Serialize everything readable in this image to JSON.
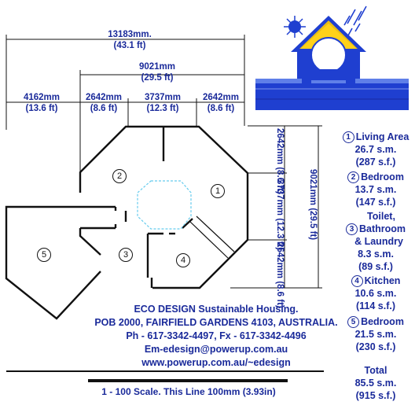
{
  "dimensions": {
    "overall": {
      "mm": "13183mm.",
      "ft": "(43.1 ft)"
    },
    "house": {
      "mm": "9021mm",
      "ft": "(29.5 ft)"
    },
    "seg_4162": {
      "mm": "4162mm",
      "ft": "(13.6 ft)"
    },
    "seg_2642_a": {
      "mm": "2642mm",
      "ft": "(8.6 ft)"
    },
    "seg_3737": {
      "mm": "3737mm",
      "ft": "(12.3 ft)"
    },
    "seg_2642_b": {
      "mm": "2642mm",
      "ft": "(8.6 ft)"
    },
    "v_2642_top": "2642mm (8.6 ft)",
    "v_3737": "3737mm (12.3 ft)",
    "v_2642_bot": "2642mm (8.6 ft)",
    "v_9021": "9021mm (29.5 ft)"
  },
  "rooms": [
    {
      "num": "1",
      "name": "Living Area",
      "sm": "26.7 s.m.",
      "sf": "(287 s.f.)"
    },
    {
      "num": "2",
      "name": "Bedroom",
      "sm": "13.7 s.m.",
      "sf": "(147 s.f.)"
    },
    {
      "num": "3",
      "name": "Toilet, Bathroom & Laundry",
      "sm": "8.3 s.m.",
      "sf": "(89 s.f.)"
    },
    {
      "num": "4",
      "name": "Kitchen",
      "sm": "10.6 s.m.",
      "sf": "(114 s.f.)"
    },
    {
      "num": "5",
      "name": "Bedroom",
      "sm": "21.5 s.m.",
      "sf": "(230 s.f.)"
    }
  ],
  "room3_lines": [
    "Toilet,",
    "Bathroom",
    "& Laundry"
  ],
  "total": {
    "label": "Total",
    "sm": "85.5 s.m.",
    "sf": "(915 s.f.)"
  },
  "company": {
    "line1": "ECO DESIGN Sustainable Housing.",
    "line2": "POB 2000, FAIRFIELD GARDENS 4103, AUSTRALIA.",
    "line3": "Ph - 617-3342-4497, Fx - 617-3342-4496",
    "line4": "Em-edesign@powerup.com.au",
    "line5": "www.powerup.com.au/~edesign"
  },
  "scale": "1 - 100 Scale. This Line 100mm (3.93in)",
  "colors": {
    "text": "#1a2a9a",
    "line": "#111111",
    "water": "#1f3fd0",
    "stair": "#66ccee"
  }
}
